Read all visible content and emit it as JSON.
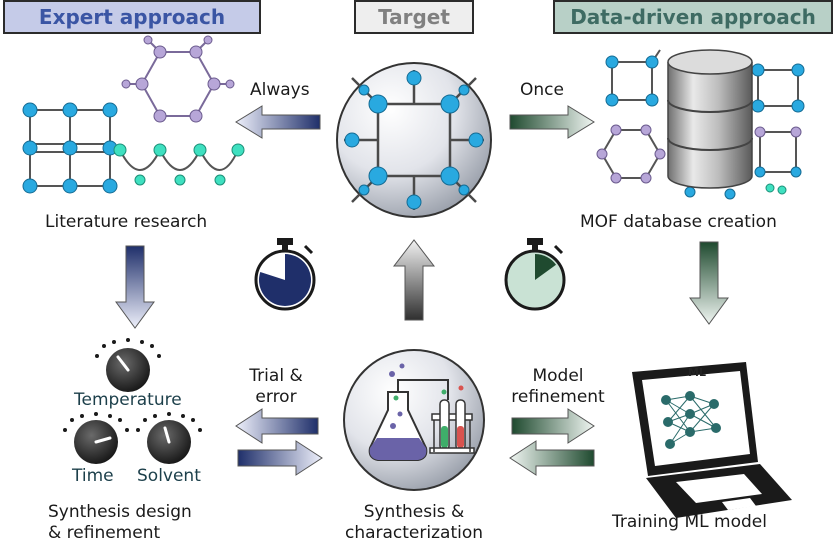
{
  "headers": {
    "expert": "Expert approach",
    "target": "Target",
    "data_driven": "Data-driven approach"
  },
  "arrows": {
    "always": "Always",
    "once": "Once",
    "trial_line1": "Trial &",
    "trial_line2": "error",
    "model_line1": "Model",
    "model_line2": "refinement"
  },
  "stages": {
    "literature": "Literature research",
    "database": "MOF database creation",
    "synthesis_design_line1": "Synthesis design",
    "synthesis_design_line2": "& refinement",
    "synthesis_char_line1": "Synthesis &",
    "synthesis_char_line2": "characterization",
    "training": "Training ML model"
  },
  "knobs": {
    "temperature": "Temperature",
    "time": "Time",
    "solvent": "Solvent"
  },
  "laptop_screen_text": "ML",
  "stopwatches": {
    "expert_fill_fraction": 0.8,
    "data_driven_fill_fraction": 0.15
  },
  "colors": {
    "expert_header_bg": "#c5cbe8",
    "expert_header_text": "#3a55a4",
    "target_header_bg": "#eeeeee",
    "target_header_text": "#808080",
    "data_header_bg": "#b8d0c7",
    "data_header_text": "#3e6b63",
    "expert_arrow_dark": "#1f2f6a",
    "data_arrow_dark": "#1f4a2f",
    "mof_blue": "#29a9e0",
    "mof_lilac": "#b7a6d8",
    "mof_teal": "#3fe0c0"
  },
  "icons": [
    "stopwatch-icon",
    "knob-icon",
    "flask-icon",
    "test-tube-icon",
    "laptop-icon",
    "database-icon",
    "mof-structure-icon"
  ]
}
